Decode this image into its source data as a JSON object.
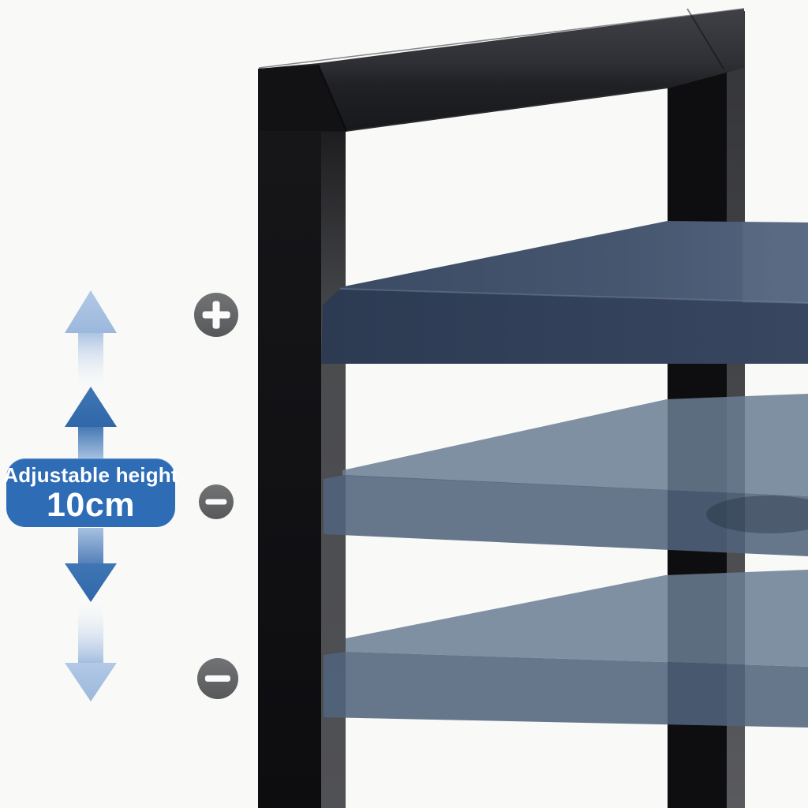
{
  "badge": {
    "label": "Adjustable height",
    "value": "10cm",
    "bg_color": "#2e6db6",
    "text_color": "#ffffff"
  },
  "adjust_buttons": [
    {
      "id": "increase-top",
      "symbol": "+"
    },
    {
      "id": "decrease-middle",
      "symbol": "−"
    },
    {
      "id": "decrease-bottom",
      "symbol": "−"
    }
  ],
  "shelf_states": [
    "installed",
    "alternate-position",
    "alternate-position"
  ],
  "colors": {
    "background": "#f9f9f8",
    "button_gray": "#646567",
    "arrow_light_blue": "#a6c0e0",
    "arrow_dark_blue": "#3a70b0",
    "frame_black": "#131316",
    "frame_side_gray": "#4a4b4e",
    "shelf_navy_top": "#42526b",
    "shelf_navy_front": "#2e3c55",
    "ghost_shelf_top": "#6b7e94",
    "ghost_shelf_front": "#51647c"
  }
}
